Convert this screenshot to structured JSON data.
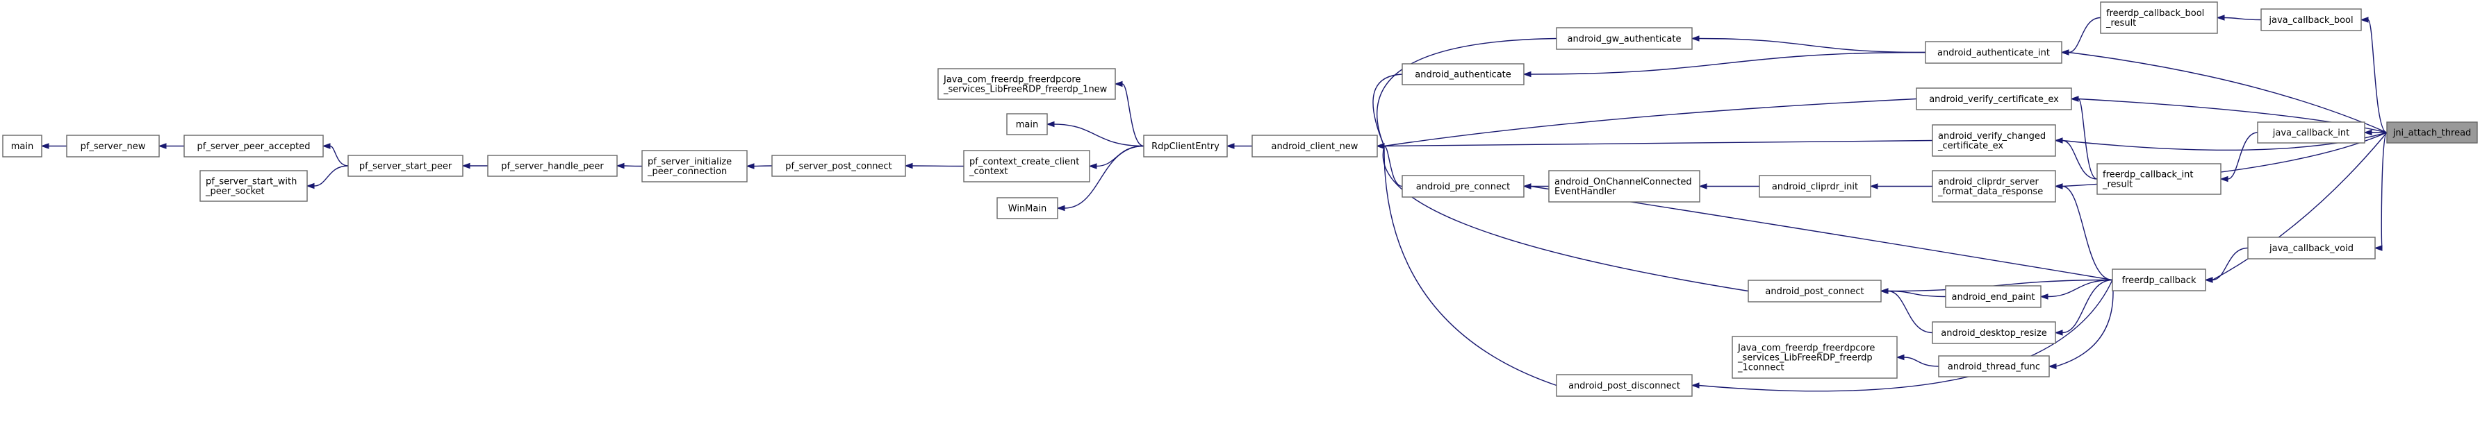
{
  "colors": {
    "edge": "#191970",
    "node_border": "#666666",
    "root_fill": "#999999",
    "background": "#ffffff"
  },
  "nodes": [
    {
      "id": "main1",
      "lines": [
        "main"
      ]
    },
    {
      "id": "pf_server_new",
      "lines": [
        "pf_server_new"
      ]
    },
    {
      "id": "pf_server_peer_accepted",
      "lines": [
        "pf_server_peer_accepted"
      ]
    },
    {
      "id": "pf_server_start_with_peer_socket",
      "lines": [
        "pf_server_start_with",
        "_peer_socket"
      ]
    },
    {
      "id": "pf_server_start_peer",
      "lines": [
        "pf_server_start_peer"
      ]
    },
    {
      "id": "pf_server_handle_peer",
      "lines": [
        "pf_server_handle_peer"
      ]
    },
    {
      "id": "pf_server_initialize_peer_connection",
      "lines": [
        "pf_server_initialize",
        "_peer_connection"
      ]
    },
    {
      "id": "pf_server_post_connect",
      "lines": [
        "pf_server_post_connect"
      ]
    },
    {
      "id": "java_new",
      "lines": [
        "Java_com_freerdp_freerdpcore",
        "_services_LibFreeRDP_freerdp_1new"
      ]
    },
    {
      "id": "main2",
      "lines": [
        "main"
      ]
    },
    {
      "id": "pf_context_create_client_context",
      "lines": [
        "pf_context_create_client",
        "_context"
      ]
    },
    {
      "id": "WinMain",
      "lines": [
        "WinMain"
      ]
    },
    {
      "id": "RdpClientEntry",
      "lines": [
        "RdpClientEntry"
      ]
    },
    {
      "id": "android_client_new",
      "lines": [
        "android_client_new"
      ]
    },
    {
      "id": "android_gw_authenticate",
      "lines": [
        "android_gw_authenticate"
      ]
    },
    {
      "id": "android_authenticate",
      "lines": [
        "android_authenticate"
      ]
    },
    {
      "id": "android_pre_connect",
      "lines": [
        "android_pre_connect"
      ]
    },
    {
      "id": "android_OnChannelConnectedEventHandler",
      "lines": [
        "android_OnChannelConnected",
        "EventHandler"
      ]
    },
    {
      "id": "android_cliprdr_init",
      "lines": [
        "android_cliprdr_init"
      ]
    },
    {
      "id": "android_post_connect",
      "lines": [
        "android_post_connect"
      ]
    },
    {
      "id": "java_connect",
      "lines": [
        "Java_com_freerdp_freerdpcore",
        "_services_LibFreeRDP_freerdp",
        "_1connect"
      ]
    },
    {
      "id": "android_post_disconnect",
      "lines": [
        "android_post_disconnect"
      ]
    },
    {
      "id": "android_authenticate_int",
      "lines": [
        "android_authenticate_int"
      ]
    },
    {
      "id": "android_verify_certificate_ex",
      "lines": [
        "android_verify_certificate_ex"
      ]
    },
    {
      "id": "android_verify_changed_certificate_ex",
      "lines": [
        "android_verify_changed",
        "_certificate_ex"
      ]
    },
    {
      "id": "android_cliprdr_server_format_data_response",
      "lines": [
        "android_cliprdr_server",
        "_format_data_response"
      ]
    },
    {
      "id": "android_end_paint",
      "lines": [
        "android_end_paint"
      ]
    },
    {
      "id": "android_desktop_resize",
      "lines": [
        "android_desktop_resize"
      ]
    },
    {
      "id": "android_thread_func",
      "lines": [
        "android_thread_func"
      ]
    },
    {
      "id": "freerdp_callback_bool_result",
      "lines": [
        "freerdp_callback_bool",
        "_result"
      ]
    },
    {
      "id": "freerdp_callback_int_result",
      "lines": [
        "freerdp_callback_int",
        "_result"
      ]
    },
    {
      "id": "freerdp_callback",
      "lines": [
        "freerdp_callback"
      ]
    },
    {
      "id": "java_callback_bool",
      "lines": [
        "java_callback_bool"
      ]
    },
    {
      "id": "java_callback_int",
      "lines": [
        "java_callback_int"
      ]
    },
    {
      "id": "java_callback_void",
      "lines": [
        "java_callback_void"
      ]
    },
    {
      "id": "jni_attach_thread",
      "lines": [
        "jni_attach_thread"
      ],
      "root": true
    }
  ],
  "edges": [
    [
      "pf_server_new",
      "main1"
    ],
    [
      "pf_server_peer_accepted",
      "pf_server_new"
    ],
    [
      "pf_server_start_peer",
      "pf_server_peer_accepted"
    ],
    [
      "pf_server_start_peer",
      "pf_server_start_with_peer_socket"
    ],
    [
      "pf_server_handle_peer",
      "pf_server_start_peer"
    ],
    [
      "pf_server_initialize_peer_connection",
      "pf_server_handle_peer"
    ],
    [
      "pf_server_post_connect",
      "pf_server_initialize_peer_connection"
    ],
    [
      "pf_context_create_client_context",
      "pf_server_post_connect"
    ],
    [
      "RdpClientEntry",
      "java_new"
    ],
    [
      "RdpClientEntry",
      "main2"
    ],
    [
      "RdpClientEntry",
      "pf_context_create_client_context"
    ],
    [
      "RdpClientEntry",
      "WinMain"
    ],
    [
      "android_client_new",
      "RdpClientEntry"
    ],
    [
      "android_gw_authenticate",
      "android_client_new"
    ],
    [
      "android_authenticate",
      "android_client_new"
    ],
    [
      "android_pre_connect",
      "android_client_new"
    ],
    [
      "android_post_connect",
      "android_client_new"
    ],
    [
      "android_post_disconnect",
      "android_client_new"
    ],
    [
      "android_OnChannelConnectedEventHandler",
      "android_pre_connect"
    ],
    [
      "android_cliprdr_init",
      "android_OnChannelConnectedEventHandler"
    ],
    [
      "android_cliprdr_server_format_data_response",
      "android_cliprdr_init"
    ],
    [
      "android_authenticate_int",
      "android_gw_authenticate"
    ],
    [
      "android_authenticate_int",
      "android_authenticate"
    ],
    [
      "android_verify_certificate_ex",
      "android_client_new"
    ],
    [
      "android_verify_changed_certificate_ex",
      "android_client_new"
    ],
    [
      "android_end_paint",
      "android_post_connect"
    ],
    [
      "android_desktop_resize",
      "android_post_connect"
    ],
    [
      "android_thread_func",
      "java_connect"
    ],
    [
      "freerdp_callback_bool_result",
      "android_authenticate_int"
    ],
    [
      "freerdp_callback_int_result",
      "android_verify_certificate_ex"
    ],
    [
      "freerdp_callback_int_result",
      "android_verify_changed_certificate_ex"
    ],
    [
      "freerdp_callback",
      "android_cliprdr_server_format_data_response"
    ],
    [
      "freerdp_callback",
      "android_pre_connect"
    ],
    [
      "freerdp_callback",
      "android_post_connect"
    ],
    [
      "freerdp_callback",
      "android_end_paint"
    ],
    [
      "freerdp_callback",
      "android_desktop_resize"
    ],
    [
      "freerdp_callback",
      "android_thread_func"
    ],
    [
      "freerdp_callback",
      "android_post_disconnect"
    ],
    [
      "java_callback_bool",
      "freerdp_callback_bool_result"
    ],
    [
      "java_callback_int",
      "freerdp_callback_int_result"
    ],
    [
      "java_callback_void",
      "freerdp_callback"
    ],
    [
      "jni_attach_thread",
      "java_callback_bool"
    ],
    [
      "jni_attach_thread",
      "java_callback_int"
    ],
    [
      "jni_attach_thread",
      "java_callback_void"
    ],
    [
      "jni_attach_thread",
      "android_authenticate_int"
    ],
    [
      "jni_attach_thread",
      "android_verify_certificate_ex"
    ],
    [
      "jni_attach_thread",
      "android_verify_changed_certificate_ex"
    ],
    [
      "jni_attach_thread",
      "android_cliprdr_server_format_data_response"
    ],
    [
      "jni_attach_thread",
      "freerdp_callback"
    ]
  ]
}
